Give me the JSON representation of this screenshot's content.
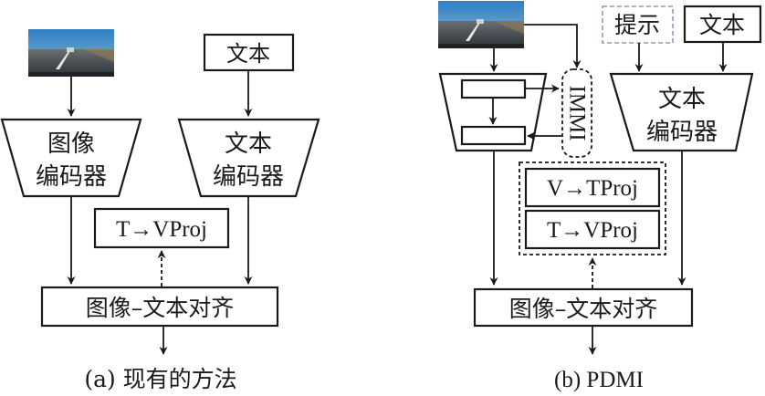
{
  "panel_a": {
    "caption": "(a) 现有的方法",
    "image_input": "road-image",
    "text_input": "文本",
    "image_encoder": [
      "图像",
      "编码器"
    ],
    "text_encoder": [
      "文本",
      "编码器"
    ],
    "projection": "T→VProj",
    "alignment": "图像–文本对齐"
  },
  "panel_b": {
    "caption": "(b) PDMI",
    "image_input": "road-image",
    "prompt_input": "提示",
    "text_input": "文本",
    "immi_label": "IMMI",
    "text_encoder": [
      "文本",
      "编码器"
    ],
    "projections": [
      "V→TProj",
      "T→VProj"
    ],
    "alignment": "图像–文本对齐"
  },
  "colors": {
    "stroke": "#1a1a1a",
    "prompt_border": "#a58db5",
    "sky": "#3b86c4",
    "road": "#3c4148"
  }
}
